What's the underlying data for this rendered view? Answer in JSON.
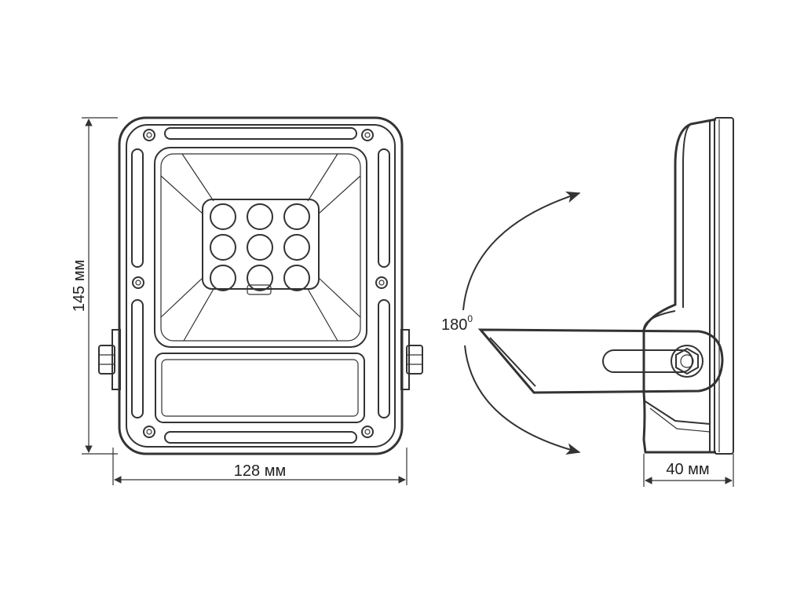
{
  "dimensions": {
    "height_label": "145 мм",
    "width_label": "128 мм",
    "depth_label": "40 мм"
  },
  "rotation": {
    "angle_value": "180",
    "angle_unit": "0"
  },
  "led_count": 9,
  "colors": {
    "line": "#333333",
    "background": "#ffffff"
  }
}
